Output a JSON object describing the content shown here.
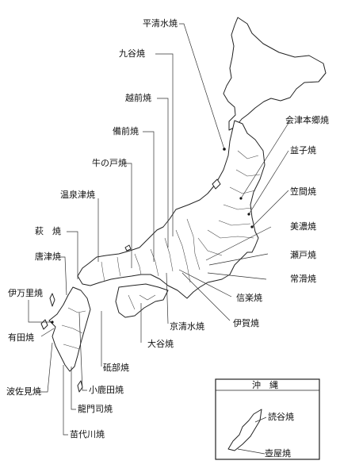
{
  "inset_title": "沖　縄",
  "labels": {
    "hirashimizu": "平清水焼",
    "kutani": "九谷焼",
    "echizen": "越前焼",
    "bizen": "備前焼",
    "ushinoto": "牛の戸焼",
    "onsentsu": "温泉津焼",
    "hagi": "萩　焼",
    "karatsu": "唐津焼",
    "imari": "伊万里焼",
    "arita": "有田焼",
    "hasami": "波佐見焼",
    "ryumonji": "龍門司焼",
    "naeshirogawa": "苗代川焼",
    "aizuhongo": "会津本郷焼",
    "mashiko": "益子焼",
    "kasama": "笠間焼",
    "mino": "美濃焼",
    "seto": "瀬戸焼",
    "tokoname": "常滑焼",
    "shigaraki": "信楽焼",
    "iga": "伊賀焼",
    "kyokiyomizu": "京清水焼",
    "otani": "大谷焼",
    "tobe": "砥部焼",
    "onta": "小鹿田焼",
    "tsuboya": "壺屋焼",
    "yomitan": "読谷焼"
  }
}
